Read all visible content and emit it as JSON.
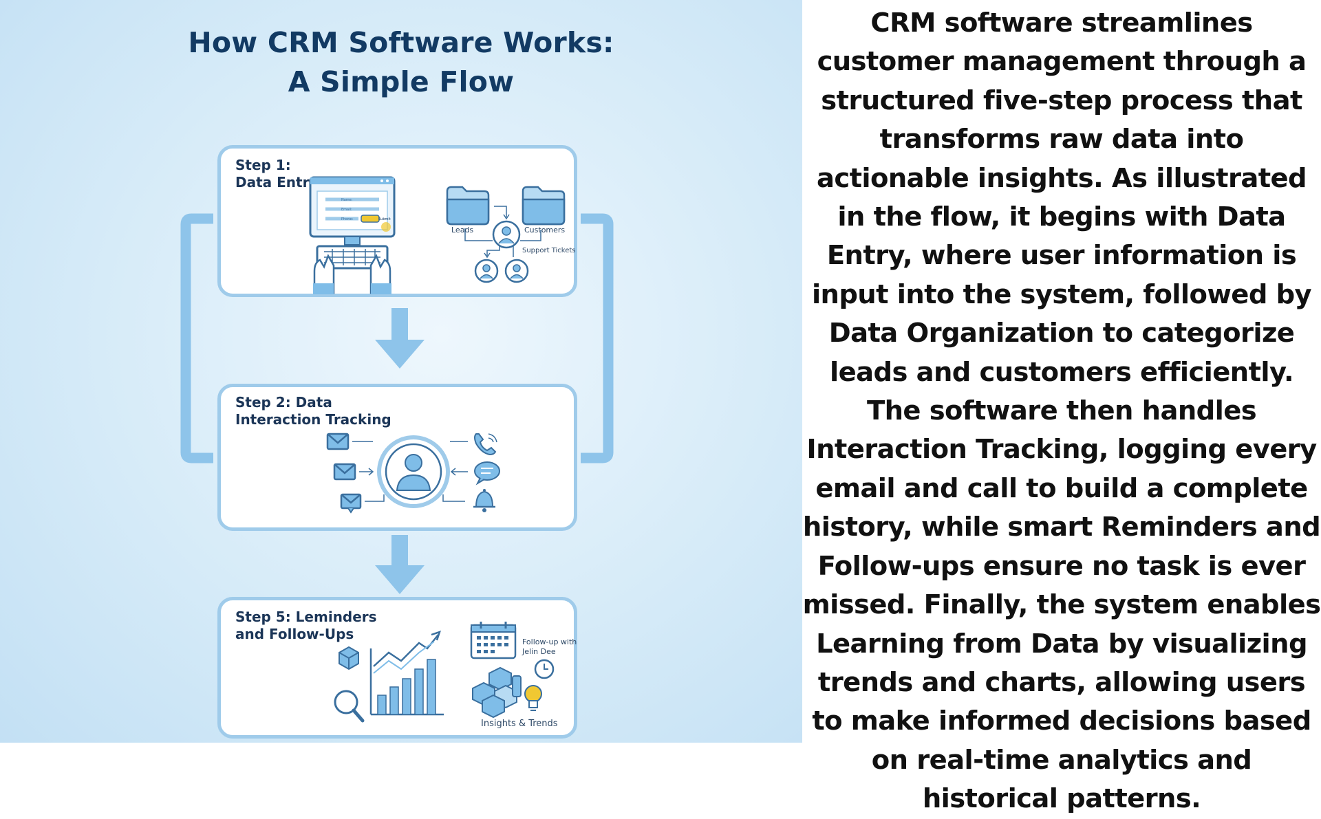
{
  "infographic": {
    "title_line1": "How CRM Software Works:",
    "title_line2": "A Simple Flow",
    "step1": {
      "title_line1": "Step 1:",
      "title_line2": "Data Entry",
      "labels": {
        "leads": "Leads",
        "customers": "Customers",
        "support_tickets": "Support Tickets"
      },
      "form_fields": [
        "Name:",
        "Email:",
        "Phone:"
      ],
      "form_button": "Submit"
    },
    "step2": {
      "title_line1": "Step 2: Data",
      "title_line2": "Interaction Tracking"
    },
    "step5": {
      "title_line1": "Step 5: Leminders",
      "title_line2": "and Follow-Ups",
      "followup_line1": "Follow-up with",
      "followup_line2": "Jelin Dee",
      "insights_label": "Insights & Trends"
    }
  },
  "description": "CRM software streamlines customer management through a structured five-step process that transforms raw data into actionable insights. As illustrated in the flow, it begins with Data Entry, where user information is input into the system, followed by Data Organization to categorize leads and customers efficiently. The software then handles Interaction Tracking, logging every email and call to build a complete history, while smart Reminders and Follow-ups ensure no task is ever missed. Finally, the system enables Learning from Data by visualizing trends and charts, allowing users to make informed decisions based on real-time analytics and historical patterns.",
  "colors": {
    "title": "#123a63",
    "card_border": "#9fcbea",
    "icon_stroke": "#3a6f9e",
    "icon_fill": "#7fbde8",
    "arrow": "#8ec4ea",
    "highlight": "#f0c832"
  },
  "icons": [
    "computer-monitor",
    "keyboard",
    "hands",
    "folder",
    "user",
    "envelope",
    "phone",
    "chat-bubble",
    "bell",
    "bar-chart",
    "magnifier",
    "cube",
    "calendar",
    "clock",
    "boxes",
    "light-bulb"
  ]
}
